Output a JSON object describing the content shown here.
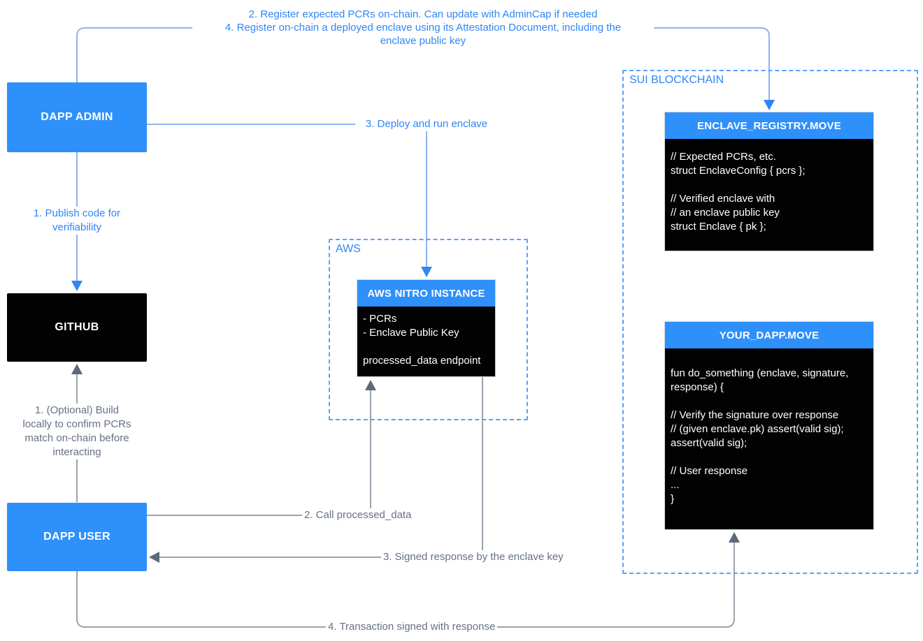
{
  "labels": {
    "flow_top_line1": "2. Register expected PCRs on-chain. Can update with AdminCap if needed",
    "flow_top_line2": "4. Register on-chain a deployed enclave using its Attestation Document, including the",
    "flow_top_line3": "enclave public key",
    "deploy": "3. Deploy and run enclave",
    "publish_line1": "1. Publish code for",
    "publish_line2": "verifiability",
    "build_line1": "1. (Optional) Build",
    "build_line2": "locally to confirm PCRs",
    "build_line3": "match on-chain before",
    "build_line4": "interacting",
    "call": "2. Call processed_data",
    "signed_response": "3. Signed response by the enclave key",
    "transaction": "4. Transaction signed with response"
  },
  "nodes": {
    "dapp_admin": {
      "title": "DAPP ADMIN"
    },
    "github": {
      "title": "GITHUB"
    },
    "dapp_user": {
      "title": "DAPP USER"
    },
    "aws_group": {
      "label": "AWS"
    },
    "nitro": {
      "title": "AWS NITRO INSTANCE",
      "lines": [
        "- PCRs",
        "- Enclave Public Key",
        "",
        "processed_data endpoint"
      ]
    },
    "sui_group": {
      "label": "SUI BLOCKCHAIN"
    },
    "enclave_registry": {
      "title": "ENCLAVE_REGISTRY.MOVE",
      "lines": [
        "// Expected PCRs, etc.",
        "struct EnclaveConfig { pcrs };",
        "",
        "// Verified enclave with",
        "// an enclave public key",
        "struct Enclave { pk };"
      ]
    },
    "your_dapp": {
      "title": "YOUR_DAPP.MOVE",
      "lines": [
        "fun do_something (enclave, signature,",
        "response) {",
        "",
        "// Verify the signature over response",
        "// (given enclave.pk) assert(valid sig);",
        "assert(valid sig);",
        "",
        "// User response",
        "...",
        "}"
      ]
    }
  },
  "colors": {
    "node_blue": "#2E90FA",
    "label_blue": "#2F86F6",
    "line_blue": "#8FB5F0",
    "dashed_blue": "#59A1FD",
    "label_gray": "#667085",
    "line_gray": "#9AA3AD",
    "arrow_gray": "#5E6977",
    "box_black": "#020202"
  }
}
